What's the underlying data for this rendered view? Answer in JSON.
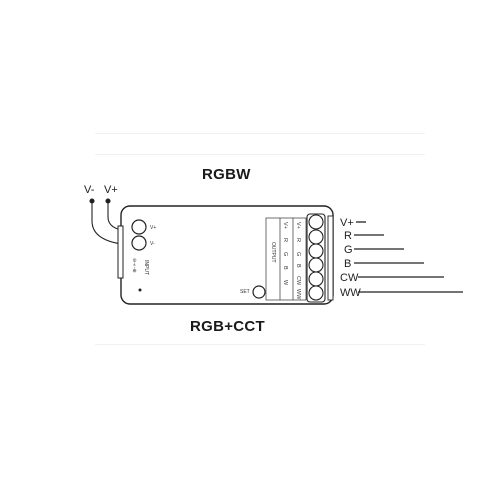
{
  "diagram": {
    "title_top": "RGBW",
    "title_bottom": "RGB+CCT",
    "input_wires": {
      "minus": "V-",
      "plus": "V+"
    },
    "input_side": {
      "port_labels": [
        "V+",
        "V-"
      ],
      "vertical_label": "INPUT",
      "dc_symbol": "⊖-◐-⊕"
    },
    "set_label": "SET",
    "output_label": "OUTPUT",
    "rgbw_column": [
      "V+",
      "R",
      "G",
      "B",
      "W"
    ],
    "rgbcct_column": [
      "V+",
      "R",
      "G",
      "B",
      "CW",
      "WW"
    ],
    "output_wires": [
      "V+",
      "R",
      "G",
      "B",
      "CW",
      "WW"
    ]
  }
}
